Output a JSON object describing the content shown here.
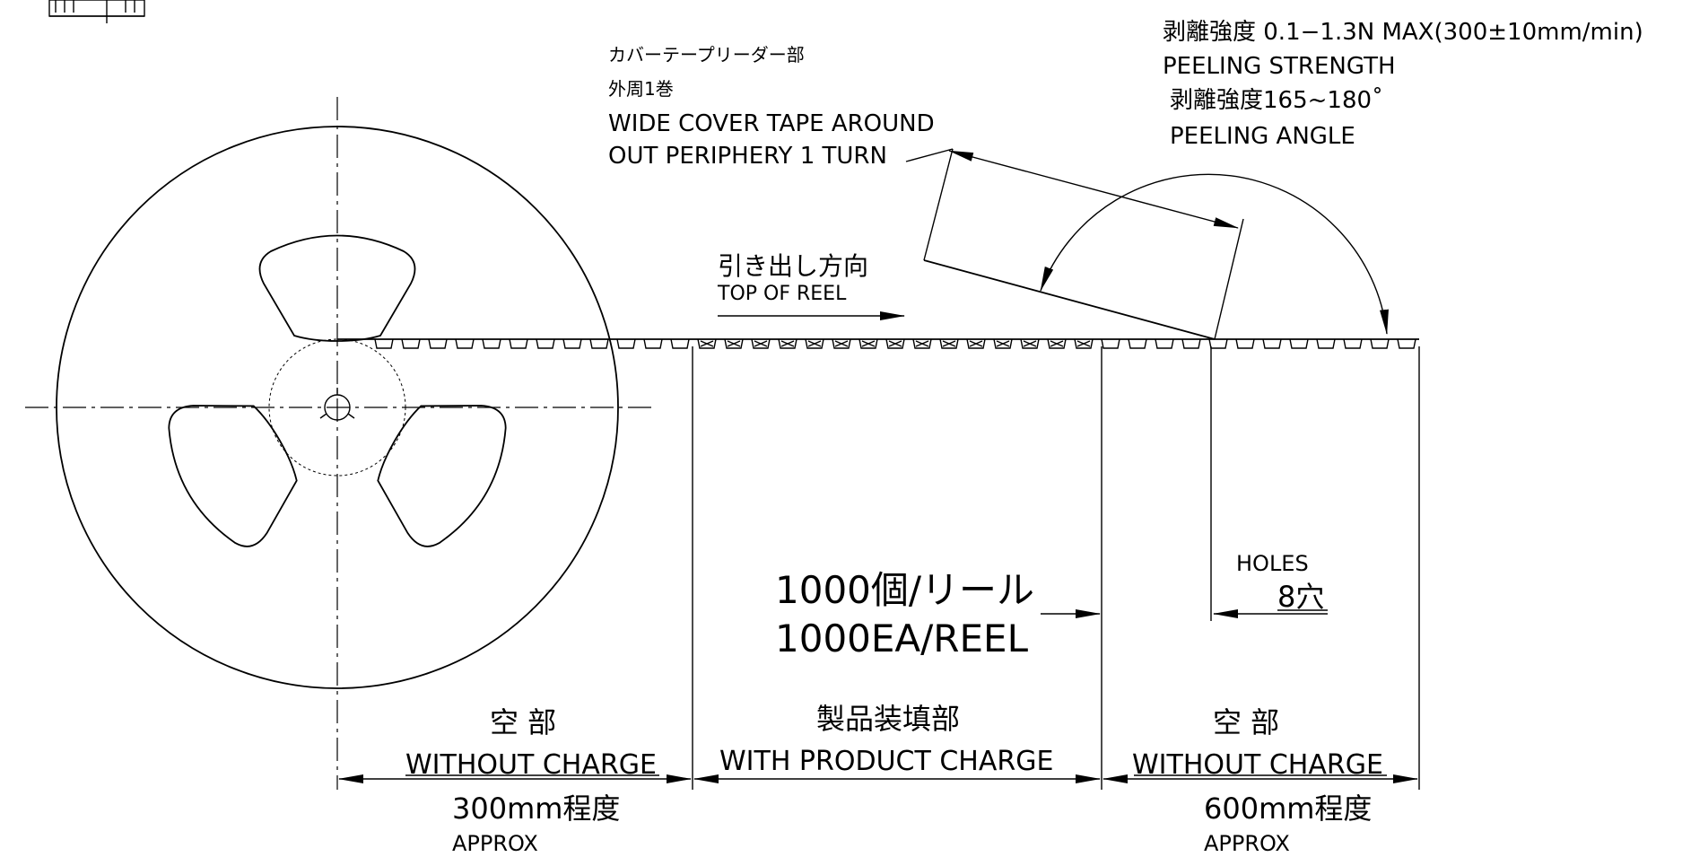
{
  "cover_tape_leader": {
    "jp": "カバーテープリーダー部",
    "jp2": "外周1巻",
    "en1": "WIDE COVER TAPE AROUND",
    "en2": "OUT PERIPHERY 1 TURN"
  },
  "peeling": {
    "strength_jp": "剥離強度 0.1−1.3N MAX(300±10mm/min)",
    "strength_en": "PEELING STRENGTH",
    "angle_jp": "剥離強度165~180˚",
    "angle_en": "PEELING ANGLE"
  },
  "direction": {
    "jp": "引き出し方向",
    "en": "TOP OF REEL"
  },
  "quantity": {
    "jp": "1000個/リール",
    "en": "1000EA/REEL"
  },
  "holes": {
    "en": "HOLES",
    "jp": "8穴"
  },
  "sections": [
    {
      "jp": "空 部",
      "en": "WITHOUT CHARGE",
      "length": "300mm程度",
      "approx": "APPROX"
    },
    {
      "jp": "製品装填部",
      "en": "WITH PRODUCT CHARGE"
    },
    {
      "jp": "空 部",
      "en": "WITHOUT CHARGE",
      "length": "600mm程度",
      "approx": "APPROX"
    }
  ]
}
